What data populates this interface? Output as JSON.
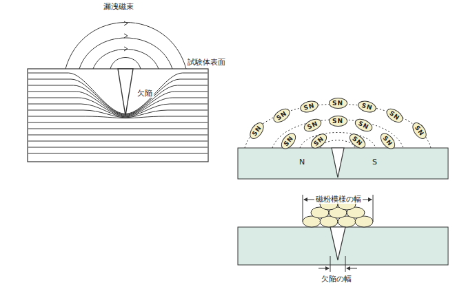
{
  "diagram": {
    "nodes": [
      {
        "text": [
          "SN"
        ]
      },
      {
        "text": [
          "SN"
        ]
      },
      {
        "text": [
          "SN"
        ]
      },
      {
        "text": [
          "SN"
        ]
      },
      {
        "text": [
          "SN"
        ]
      },
      {
        "text": [
          "SN"
        ]
      },
      {
        "text": [
          "SN"
        ]
      },
      {
        "text": [
          "SN"
        ]
      },
      {
        "text": [
          "SN"
        ]
      },
      {
        "text": [
          "SN"
        ]
      },
      {
        "text": [
          "SN"
        ]
      },
      {
        "text": [
          "SN"
        ]
      },
      {
        "text": [
          "SN"
        ]
      },
      {
        "text": [
          "SN"
        ]
      }
    ],
    "labels": [
      "漏洩磁束",
      "試験体表面",
      "欠陥",
      "N",
      "S",
      "磁粉模様の幅",
      "欠陥の幅"
    ]
  }
}
